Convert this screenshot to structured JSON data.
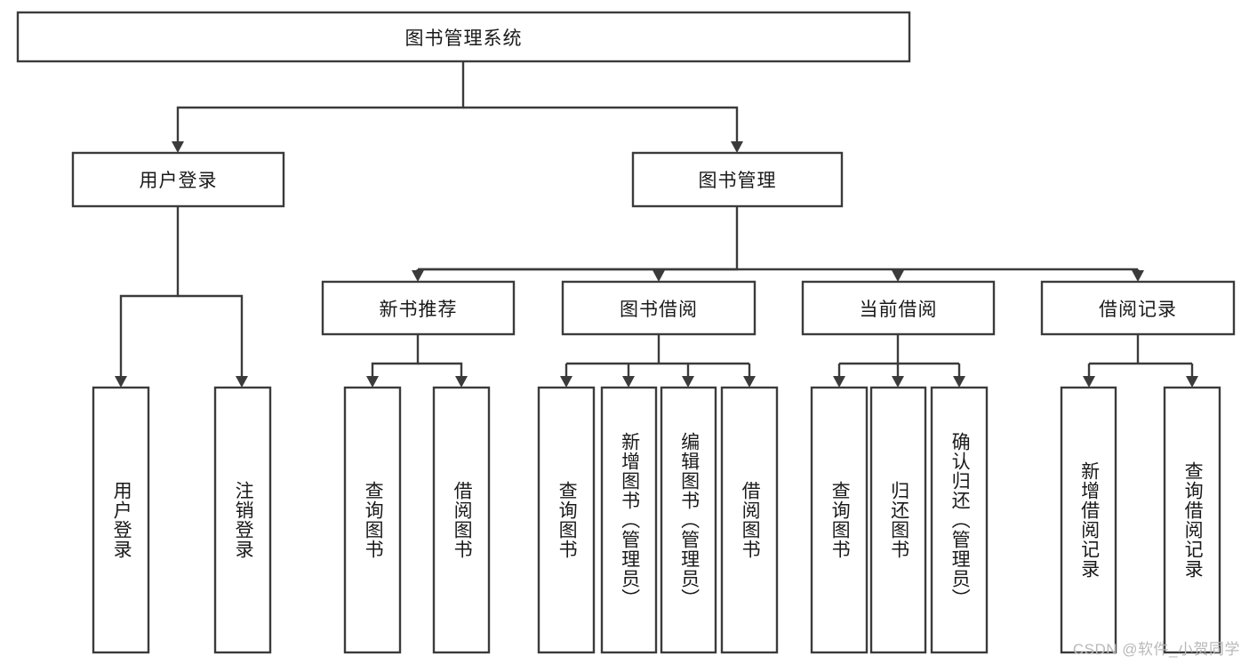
{
  "diagram": {
    "title": "图书管理系统",
    "type": "tree-hierarchy",
    "watermark": "CSDN @软件_小贺同学",
    "colors": {
      "stroke": "#3b3b3b",
      "fill": "#ffffff",
      "text": "#1a1a1a",
      "watermark": "#b9b9b9"
    },
    "nodes": {
      "root": "图书管理系统",
      "level2": {
        "user_login": "用户登录",
        "book_manage": "图书管理"
      },
      "level3": {
        "new_book_rec": "新书推荐",
        "book_borrow": "图书借阅",
        "current_borrow": "当前借阅",
        "borrow_record": "借阅记录"
      },
      "leaves": {
        "user_login_1": "用户登录",
        "user_login_2": "注销登录",
        "new_book_rec_1": "查询图书",
        "new_book_rec_2": "借阅图书",
        "book_borrow_1": "查询图书",
        "book_borrow_2": "新增图书（管理员）",
        "book_borrow_3": "编辑图书（管理员）",
        "book_borrow_4": "借阅图书",
        "current_borrow_1": "查询图书",
        "current_borrow_2": "归还图书",
        "current_borrow_3": "确认归还（管理员）",
        "borrow_record_1": "新增借阅记录",
        "borrow_record_2": "查询借阅记录"
      }
    }
  }
}
